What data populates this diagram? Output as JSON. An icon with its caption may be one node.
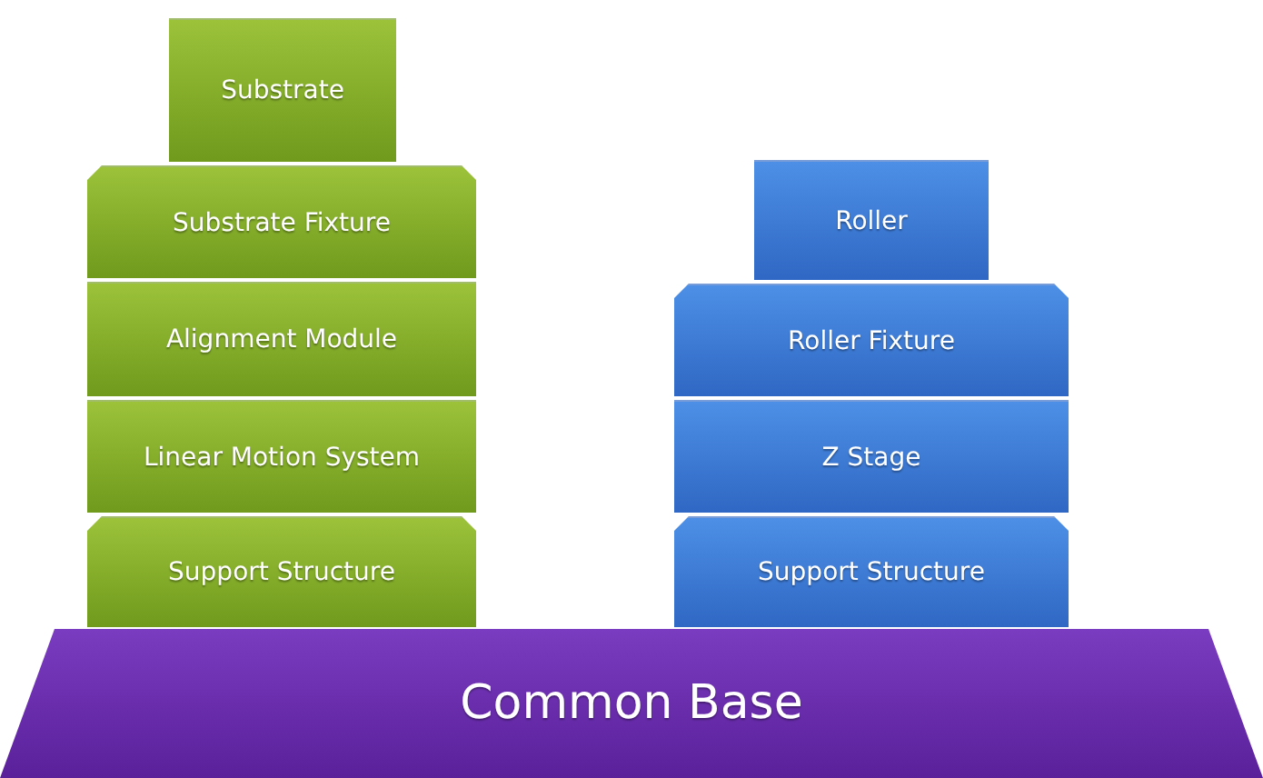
{
  "diagram": {
    "nodes": [
      {
        "text": [
          "Substrate"
        ]
      },
      {
        "text": [
          "Substrate Fixture"
        ]
      },
      {
        "text": [
          "Alignment Module"
        ]
      },
      {
        "text": [
          "Linear Motion System"
        ]
      },
      {
        "text": [
          "Support Structure"
        ]
      },
      {
        "text": [
          "Roller"
        ]
      },
      {
        "text": [
          "Roller Fixture"
        ]
      },
      {
        "text": [
          "Z Stage"
        ]
      },
      {
        "text": [
          "Support Structure"
        ]
      },
      {
        "text": [
          "Common Base"
        ]
      }
    ]
  }
}
